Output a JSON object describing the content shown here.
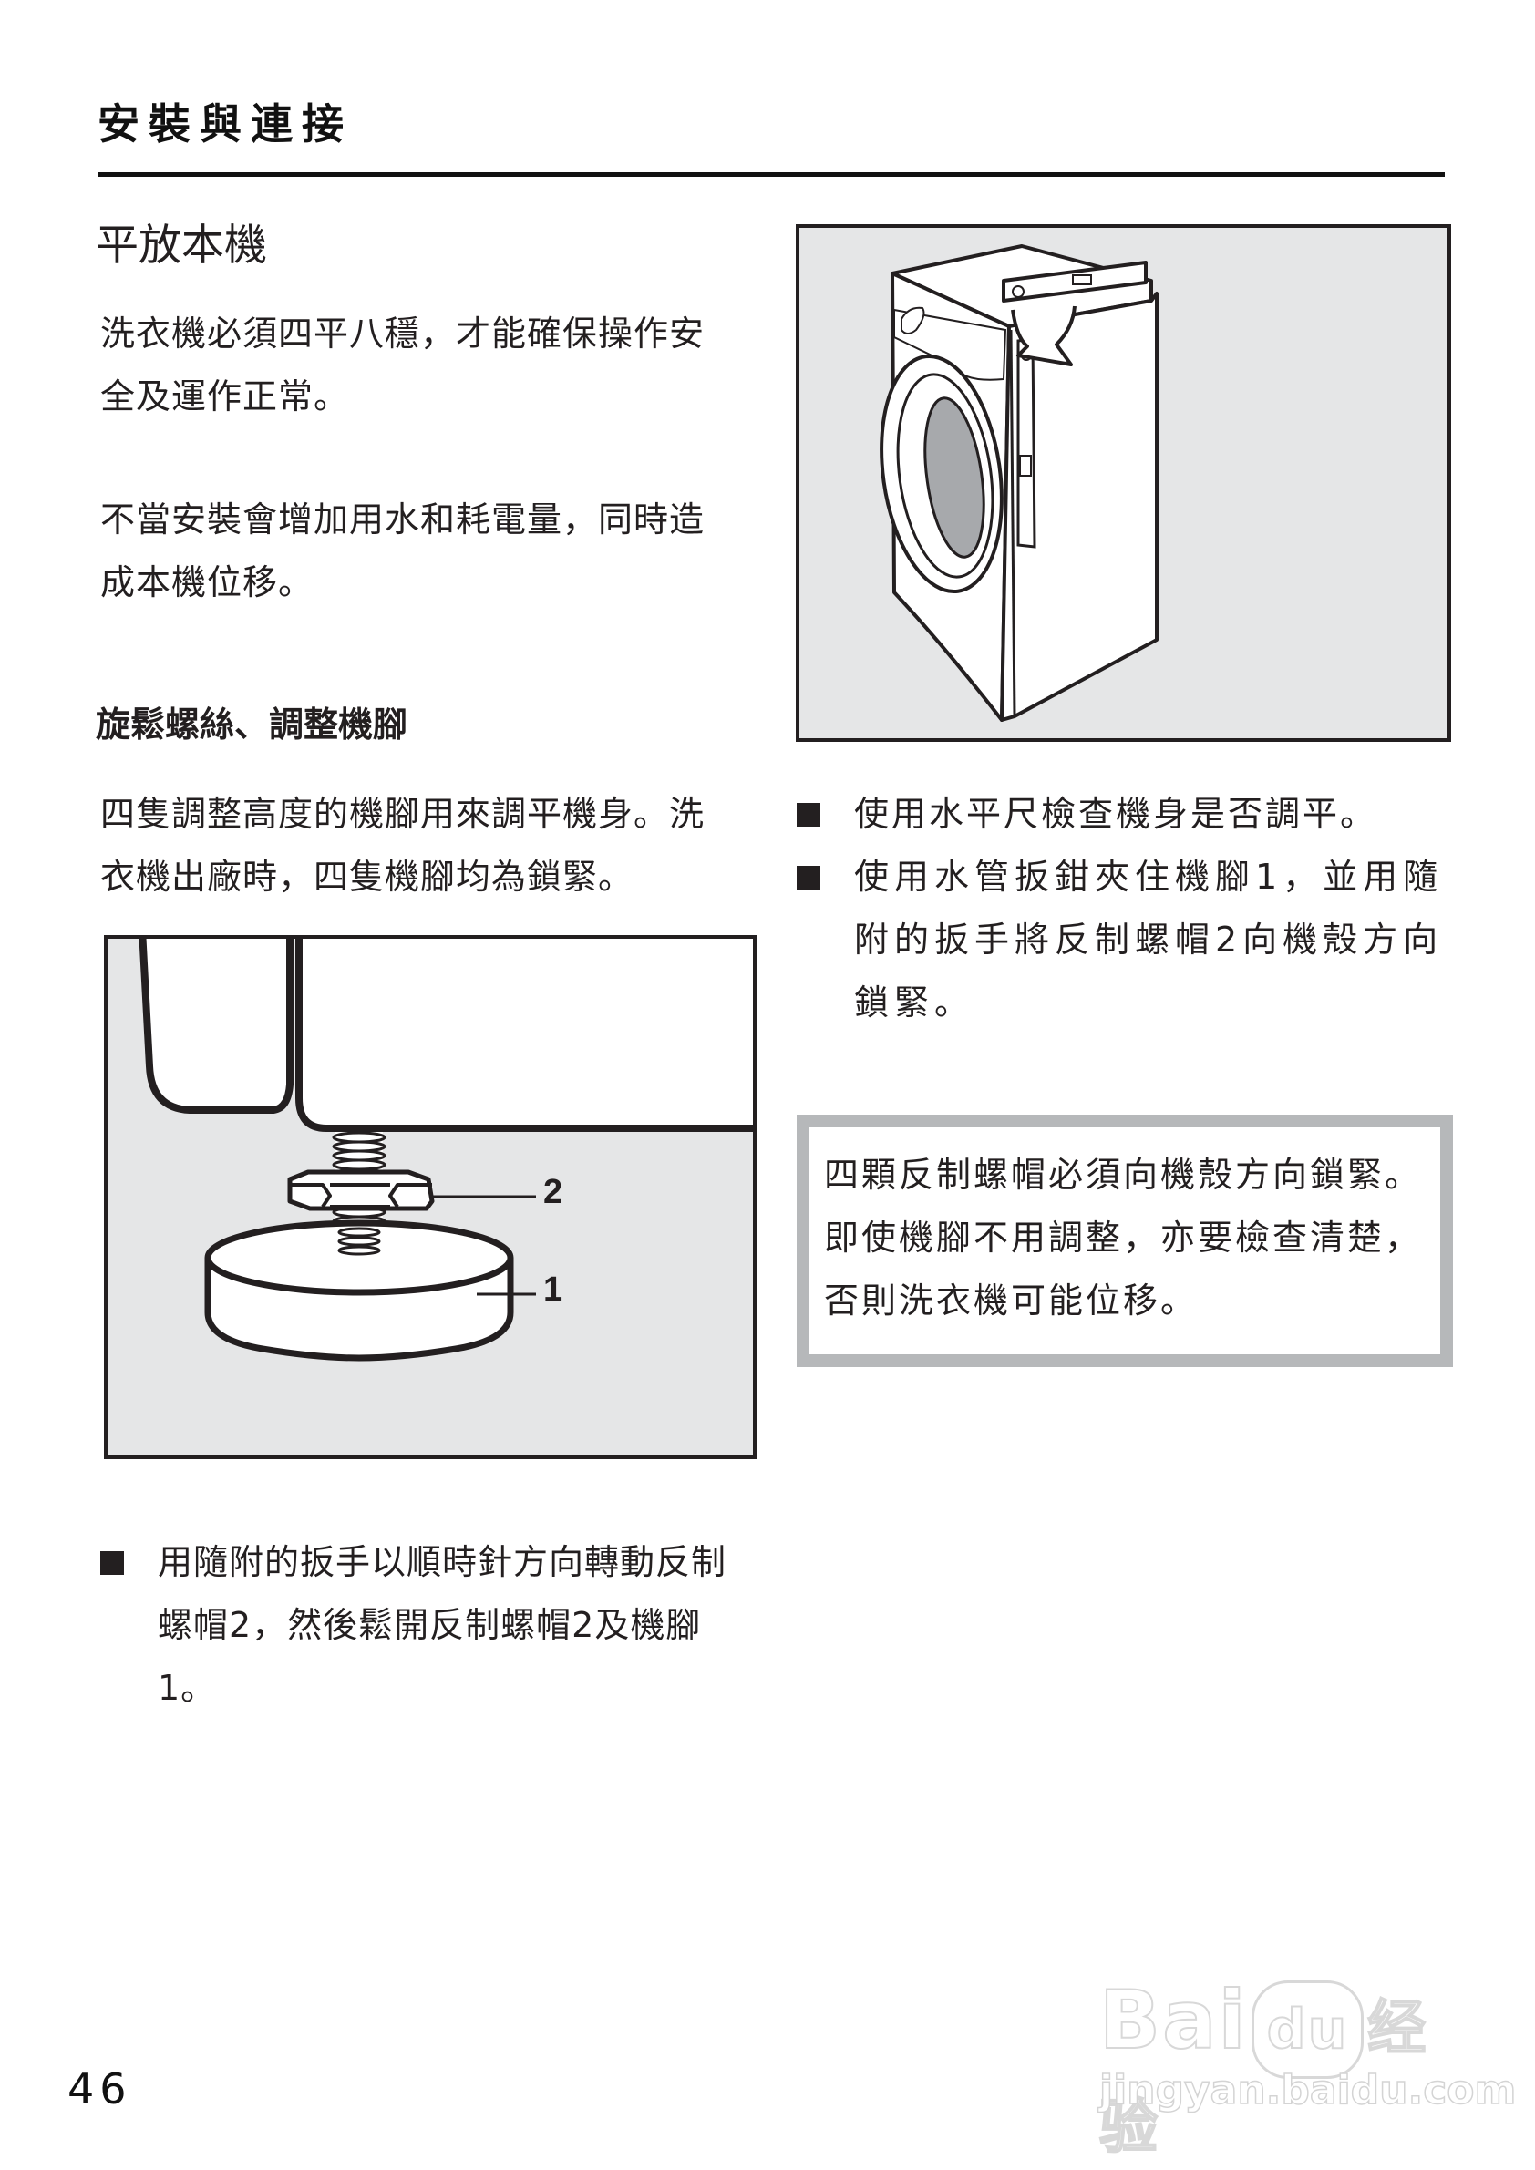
{
  "header": {
    "title": "安裝與連接"
  },
  "section": {
    "title": "平放本機",
    "paragraphs": [
      "洗衣機必須四平八穩，才能確保操作安全及運作正常。",
      "不當安裝會增加用水和耗電量，同時造成本機位移。"
    ]
  },
  "subsection": {
    "title": "旋鬆螺絲、調整機腳",
    "paragraph": "四隻調整高度的機腳用來調平機身。洗衣機出廠時，四隻機腳均為鎖緊。"
  },
  "figures": {
    "foot": {
      "labels": [
        "2",
        "1"
      ],
      "label_targets": [
        "lock-nut",
        "machine-foot"
      ]
    },
    "machine": {
      "description": "washing-machine-with-spirit-level"
    }
  },
  "left_bullets": [
    "用隨附的扳手以順時針方向轉動反制螺帽2，然後鬆開反制螺帽2及機腳1。"
  ],
  "right_bullets": [
    "使用水平尺檢查機身是否調平。",
    "使用水管扳鉗夾住機腳1，並用隨附的扳手將反制螺帽2向機殼方向鎖緊。"
  ],
  "note": {
    "text": "四顆反制螺帽必須向機殼方向鎖緊。即使機腳不用調整，亦要檢查清楚，否則洗衣機可能位移。"
  },
  "page": {
    "number": "46"
  },
  "watermark": {
    "logo_text": "Bai",
    "logo_paw_text": "du",
    "logo_suffix": "经验",
    "url": "jingyan.baidu.com"
  },
  "colors": {
    "text": "#231f20",
    "figure_bg": "#e5e6e7",
    "note_border": "#b6b8ba",
    "drum_shade": "#a7a9ac"
  }
}
